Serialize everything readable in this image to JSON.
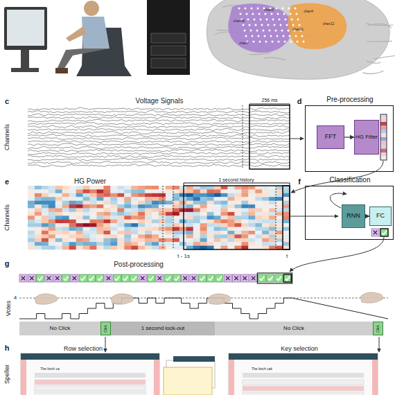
{
  "diagram": {
    "nodes": [
      {
        "text": [
          "Pre-processing"
        ]
      },
      {
        "text": [
          "FFT"
        ],
        "in": 0
      },
      {
        "text": [
          "HG Filter"
        ],
        "in": 0
      },
      {
        "text": [
          "Classification"
        ]
      },
      {
        "text": [
          "RNN"
        ],
        "in": 3
      },
      {
        "text": [
          "FC"
        ],
        "in": 3
      },
      {
        "text": [
          "No Click"
        ]
      },
      {
        "text": [
          "Click"
        ]
      },
      {
        "text": [
          "1 second lock-out"
        ]
      },
      {
        "text": [
          "No Click"
        ]
      },
      {
        "text": [
          "Click"
        ]
      }
    ],
    "edges": [
      {
        "from": 1,
        "to": 2,
        "arrow": "to"
      },
      {
        "from": 4,
        "to": 5,
        "arrow": "to"
      }
    ],
    "labels": [
      "chan46",
      "chan3",
      "chan4",
      "chan11",
      "chan12",
      "chan7",
      "c",
      "Voltage Signals",
      "256 ms",
      "Channels",
      "d",
      "e",
      "HG Power",
      "1 second history",
      "Channels",
      "t - 1s",
      "t",
      "f",
      "g",
      "Post-processing",
      "Votes",
      "4",
      "h",
      "Row selection",
      "Key selection",
      "Speller",
      "The birch ca",
      "The birch cak"
    ]
  }
}
